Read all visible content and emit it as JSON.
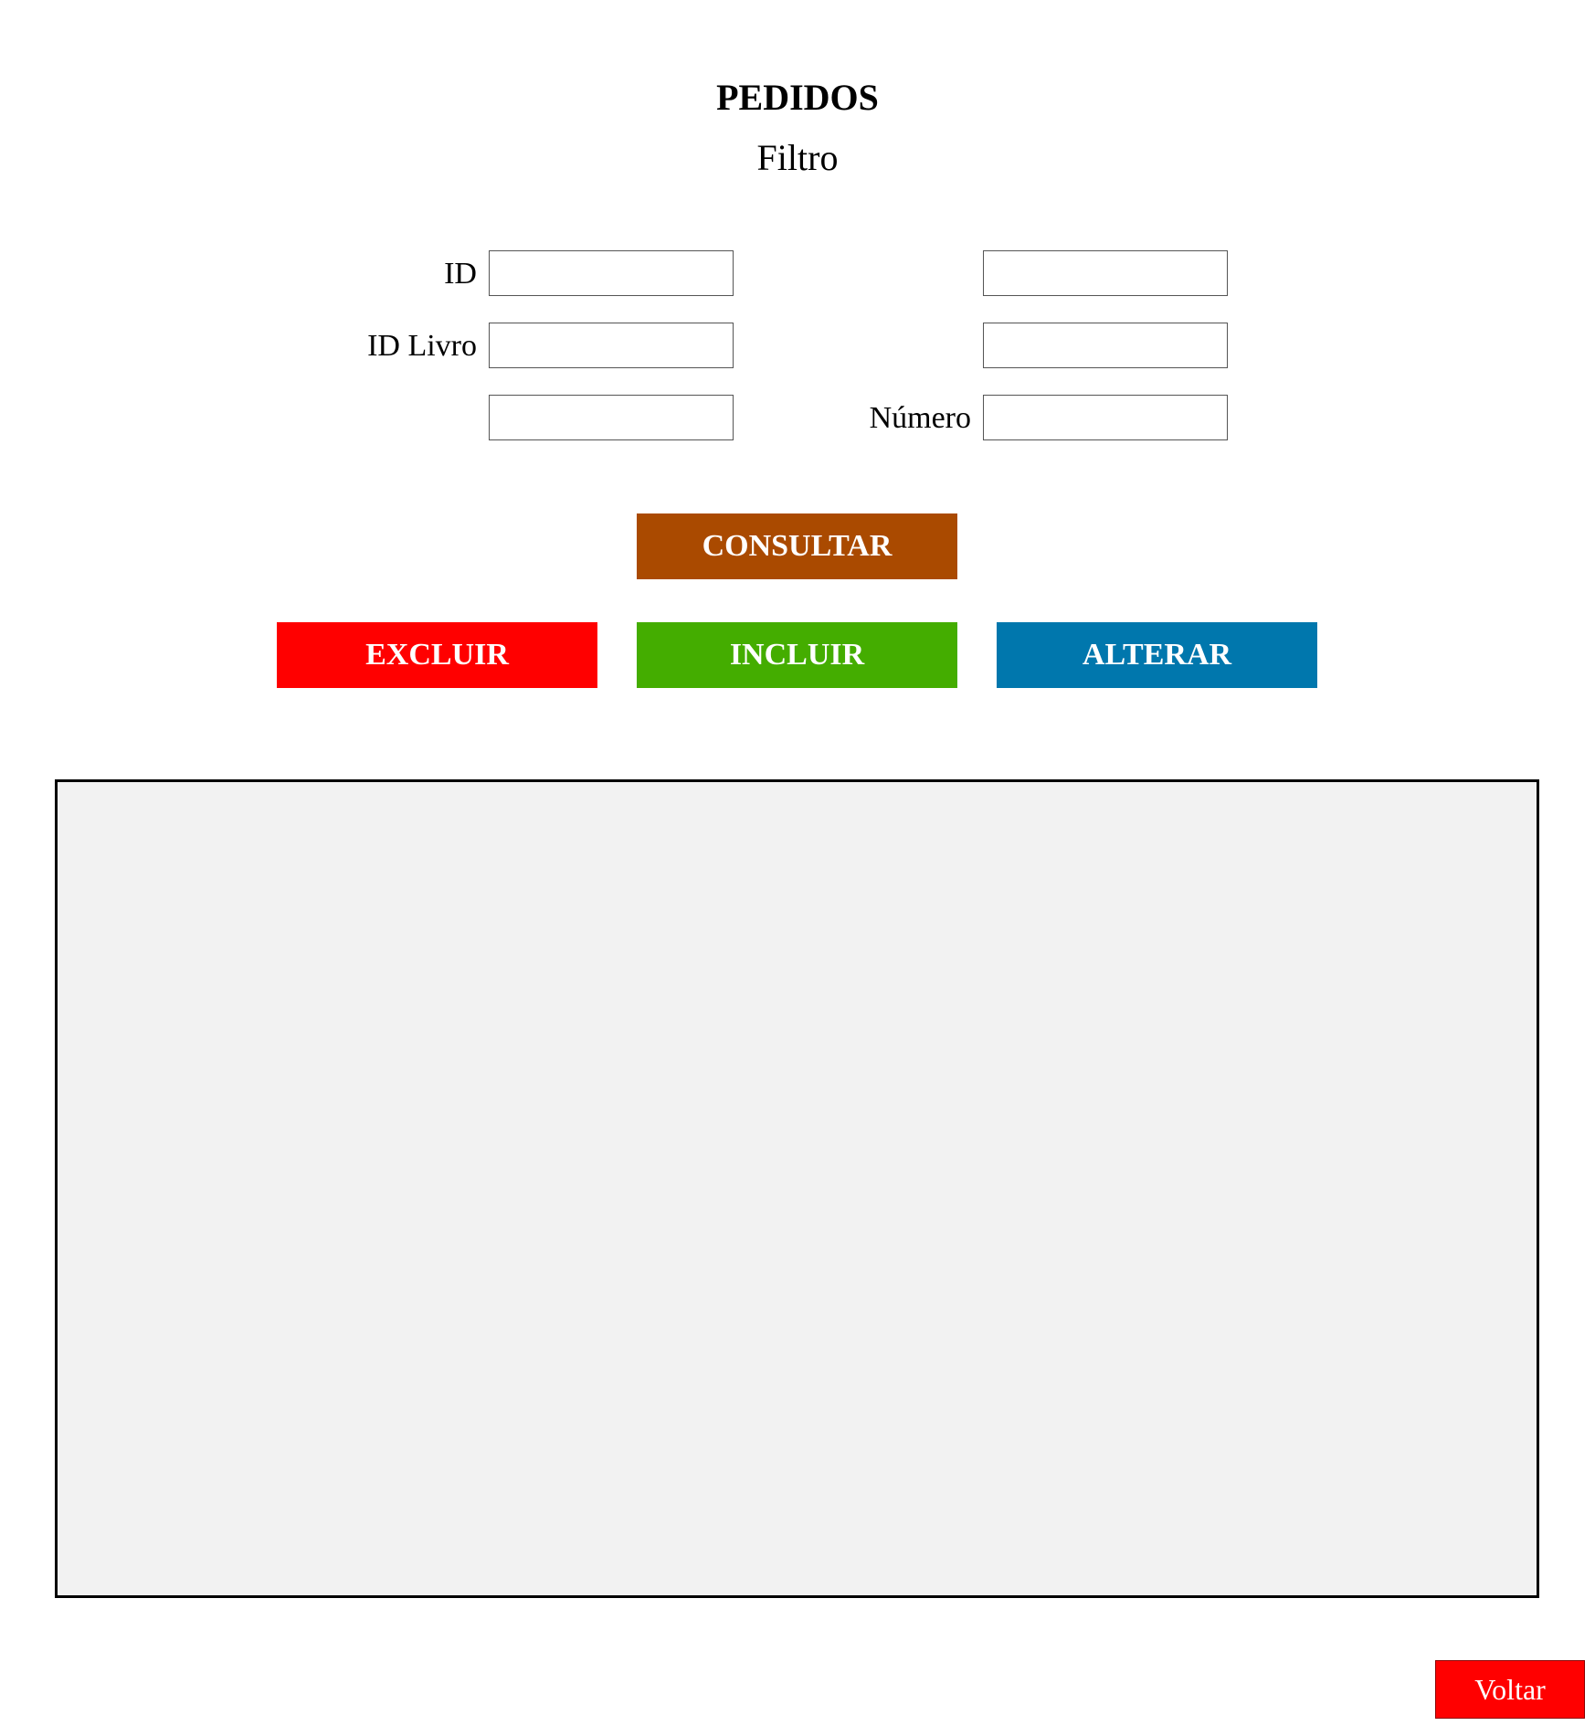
{
  "header": {
    "title": "PEDIDOS",
    "subtitle": "Filtro"
  },
  "filters": {
    "id_label": "ID",
    "id_value": "",
    "id_livro_label": "ID Livro",
    "id_livro_value": "",
    "left_third_value": "",
    "right_first_value": "",
    "right_second_value": "",
    "numero_label": "Número",
    "numero_value": ""
  },
  "actions": {
    "consultar_label": "CONSULTAR",
    "excluir_label": "EXCLUIR",
    "incluir_label": "INCLUIR",
    "alterar_label": "ALTERAR",
    "voltar_label": "Voltar"
  },
  "colors": {
    "consultar": "#aa4a00",
    "excluir": "#ff0000",
    "incluir": "#44ad00",
    "alterar": "#0077ad",
    "voltar": "#ff0000",
    "results_bg": "#f2f2f2"
  }
}
